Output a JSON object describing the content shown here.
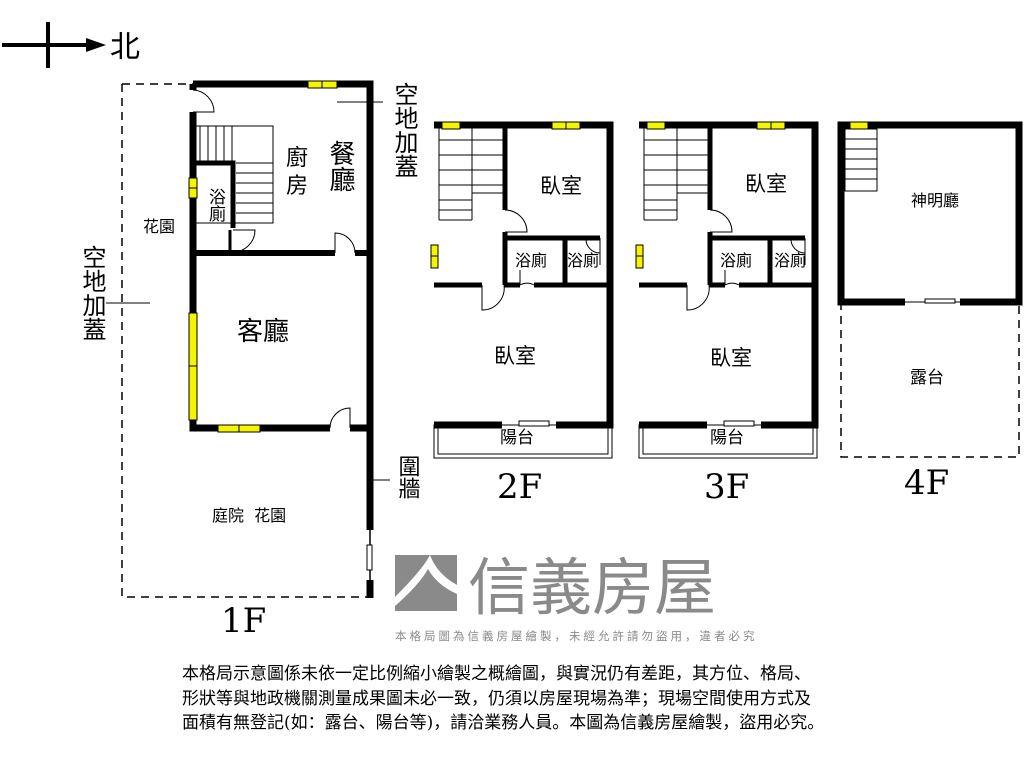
{
  "compass": {
    "label": "北"
  },
  "floor1": {
    "title": "1F",
    "rooms": {
      "kitchen": "廚房",
      "dining": "餐廳",
      "bath": "浴廁",
      "garden": "花園",
      "living": "客廳",
      "yard": "庭院  花園"
    },
    "annotations": {
      "extension_right": "空地加蓋",
      "extension_left": "空地加蓋",
      "fence": "圍牆"
    }
  },
  "floor2": {
    "title": "2F",
    "rooms": {
      "bedroom_top": "臥室",
      "bath1": "浴廁",
      "bath2": "浴廁",
      "bedroom_main": "臥室",
      "balcony": "陽台"
    }
  },
  "floor3": {
    "title": "3F",
    "rooms": {
      "bedroom_top": "臥室",
      "bath1": "浴廁",
      "bath2": "浴廁",
      "bedroom_main": "臥室",
      "balcony": "陽台"
    }
  },
  "floor4": {
    "title": "4F",
    "rooms": {
      "shrine": "神明廳",
      "terrace": "露台"
    }
  },
  "watermark": {
    "brand": "信義房屋",
    "notice": "本格局圖為信義房屋繪製，未經允許請勿盜用，違者必究"
  },
  "disclaimer": [
    "本格局示意圖係未依一定比例縮小繪製之概繪圖，與實況仍有差距，其方位、格局、",
    "形狀等與地政機關測量成果圖未必一致，仍須以房屋現場為準；現場空間使用方式及",
    "面積有無登記(如：露台、陽台等)，請洽業務人員。本圖為信義房屋繪製，盜用必究。"
  ],
  "colors": {
    "wall": "#000000",
    "window": "#f5f500",
    "watermark": "#8a8a8a"
  }
}
